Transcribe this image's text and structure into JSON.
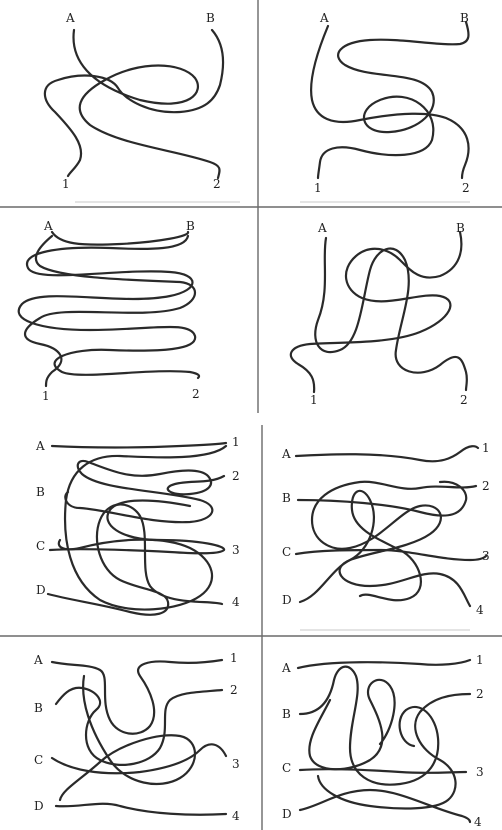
{
  "panels": [
    {
      "id": "p1",
      "labels": [
        "A",
        "B",
        "1",
        "2"
      ]
    },
    {
      "id": "p2",
      "labels": [
        "A",
        "B",
        "1",
        "2"
      ]
    },
    {
      "id": "p3",
      "labels": [
        "A",
        "B",
        "1",
        "2"
      ]
    },
    {
      "id": "p4",
      "labels": [
        "A",
        "B",
        "1",
        "2"
      ]
    },
    {
      "id": "p5",
      "labels": [
        "A",
        "1",
        "2",
        "B",
        "C",
        "3",
        "D",
        "4"
      ]
    },
    {
      "id": "p6",
      "labels": [
        "A",
        "1",
        "2",
        "B",
        "C",
        "3",
        "D",
        "4"
      ]
    },
    {
      "id": "p7",
      "labels": [
        "A",
        "1",
        "B",
        "2",
        "C",
        "3",
        "D",
        "4"
      ]
    },
    {
      "id": "p8",
      "labels": [
        "A",
        "1",
        "2",
        "B",
        "C",
        "3",
        "D",
        "4"
      ]
    }
  ],
  "colors": {
    "ink": "#2a2a2a",
    "divider": "#6a6a6a",
    "background": "#ffffff"
  }
}
